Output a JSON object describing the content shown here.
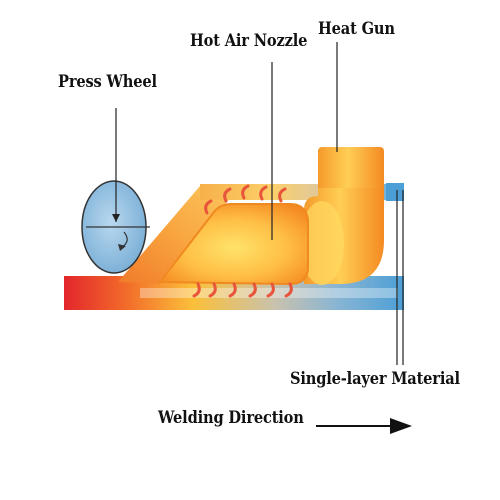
{
  "labels": {
    "press_wheel": "Press Wheel",
    "hot_air_nozzle": "Hot Air Nozzle",
    "heat_gun": "Heat Gun",
    "single_layer_material": "Single-layer Material",
    "welding_direction": "Welding Direction"
  },
  "colors": {
    "hot_red": "#ee2a2a",
    "orange": "#f7941d",
    "yellow": "#ffd24a",
    "light_orange": "#ffb25a",
    "cool_blue": "#5aa7d8",
    "wheel_fill": "#8fc0df",
    "arrow_red": "#e8553a"
  },
  "icons": {
    "heat_flow": "curved-red-arrow",
    "direction": "right-arrow"
  }
}
